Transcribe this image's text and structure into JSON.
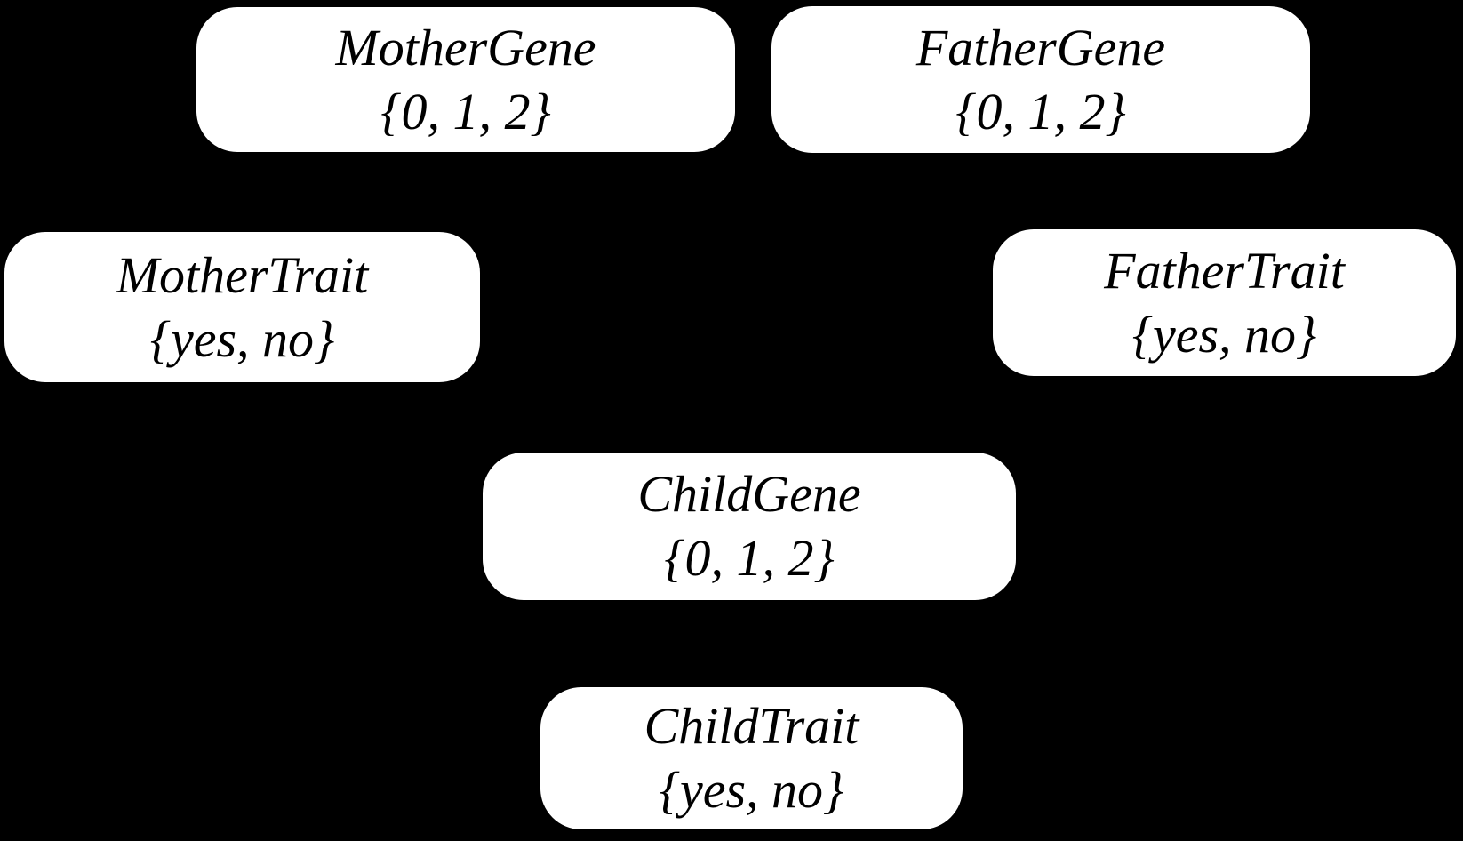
{
  "colors": {
    "background": "#000000",
    "node_fill": "#ffffff",
    "node_text": "#000000"
  },
  "nodes": [
    {
      "id": "mother-gene",
      "name": "MotherGene",
      "values": "{0, 1, 2}"
    },
    {
      "id": "father-gene",
      "name": "FatherGene",
      "values": "{0, 1, 2}"
    },
    {
      "id": "mother-trait",
      "name": "MotherTrait",
      "values": "{yes, no}"
    },
    {
      "id": "father-trait",
      "name": "FatherTrait",
      "values": "{yes, no}"
    },
    {
      "id": "child-gene",
      "name": "ChildGene",
      "values": "{0, 1, 2}"
    },
    {
      "id": "child-trait",
      "name": "ChildTrait",
      "values": "{yes, no}"
    }
  ]
}
